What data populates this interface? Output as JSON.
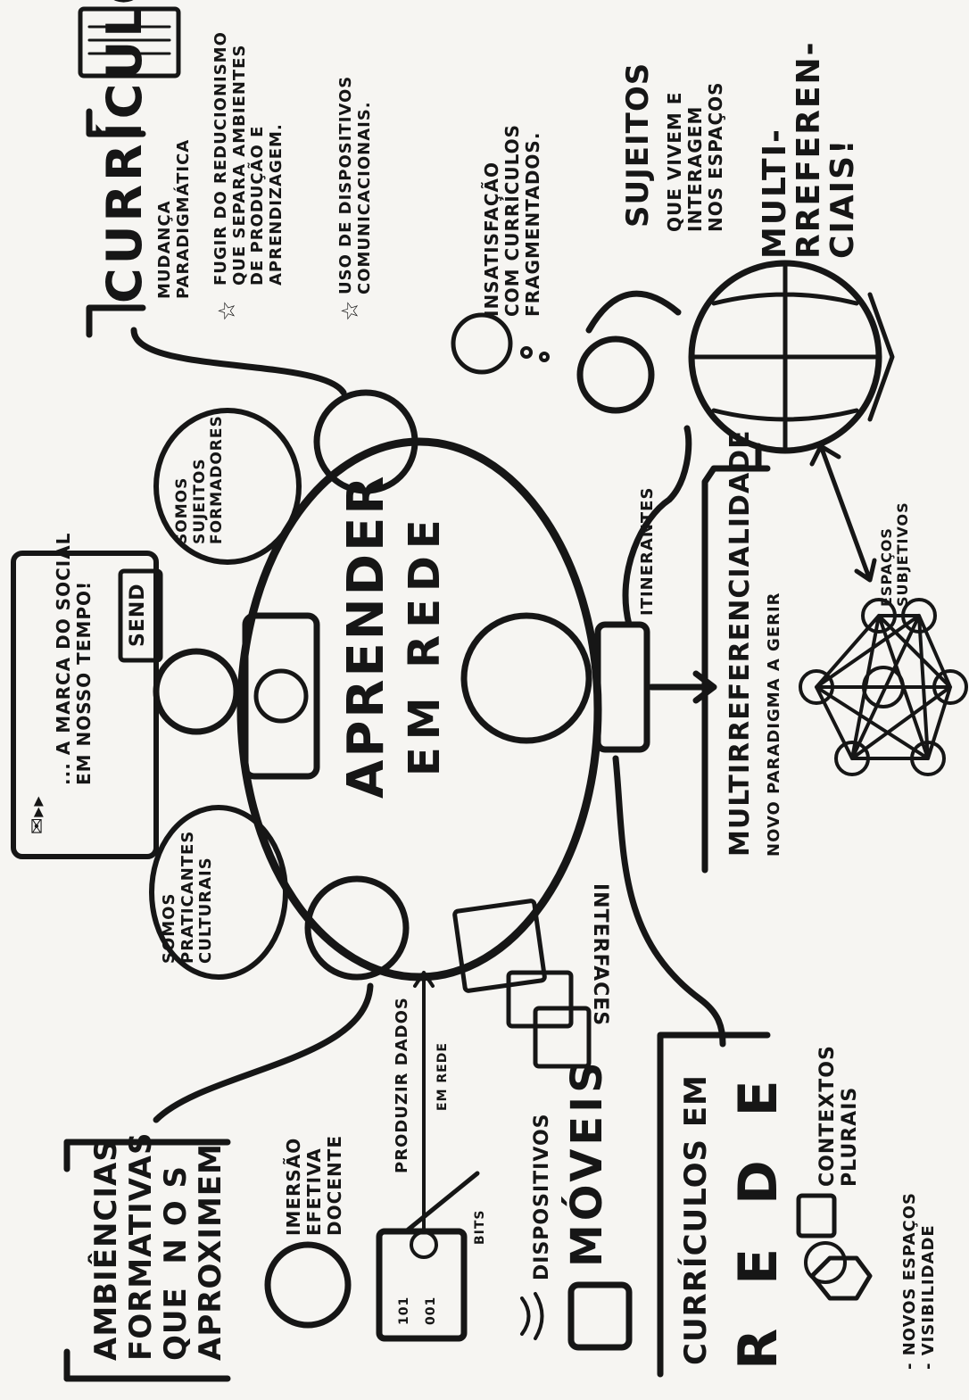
{
  "center": {
    "title": "APRENDER",
    "subtitle": "EM REDE"
  },
  "curriculo": {
    "title": "CURRÍCULO",
    "sub": "MUDANÇA\nPARADIGMÁTICA",
    "item1": "FUGIR DO REDUCIONISMO\nQUE SEPARA AMBIENTES\nDE PRODUÇÃO E\nAPRENDIZAGEM.",
    "item2": "USO DE DISPOSITIVOS\nCOMUNICACIONAIS."
  },
  "social": {
    "text": "... A MARCA DO SOCIAL\nEM NOSSO TEMPO!",
    "send": "SEND"
  },
  "bubble_formadores": "SOMOS\nSUJEITOS\nFORMADORES",
  "bubble_praticantes": "SOMOS\nPRATICANTES\nCULTURAIS",
  "insatisfacao": "INSATISFAÇÃO\nCOM CURRÍCULOS\nFRAGMENTADOS.",
  "sujeitos": {
    "line1": "SUJEITOS",
    "line2": "QUE VIVEM E\nINTERAGEM\nNOS ESPAÇOS",
    "multi": "MULTI-\nRREFEREN-\nCIAIS!"
  },
  "multirref": {
    "title": "MULTIRREFERENCIALIDADE",
    "sub": "NOVO PARADIGMA A GERIR"
  },
  "itinerantes": "ITINERANTES",
  "espacos_subjetivos": "ESPAÇOS\nSUBJETIVOS",
  "interfaces": "INTERFACES",
  "produzir": {
    "line1": "PRODUZIR DADOS",
    "line2": "EM REDE"
  },
  "ambiencias": {
    "text": "AMBIÊNCIAS\nFORMATIVAS\nQUE  N O S\nAPROXIMEM"
  },
  "imersao": "IMERSÃO\nEFETIVA\nDOCENTE",
  "bits": "BITS",
  "dispositivos": {
    "line1": "DISPOSITIVOS",
    "line2": "MÓVEIS"
  },
  "curriculos_rede": {
    "line1": "CURRÍCULOS EM",
    "line2": "R E D E",
    "contextos": "CONTEXTOS\nPLURAIS",
    "bullets": "- NOVOS ESPAÇOS\n- VISIBILIDADE"
  },
  "binary": {
    "l1": "101",
    "l2": "001"
  },
  "colors": {
    "ink": "#161616",
    "paper": "#f6f5f2"
  }
}
